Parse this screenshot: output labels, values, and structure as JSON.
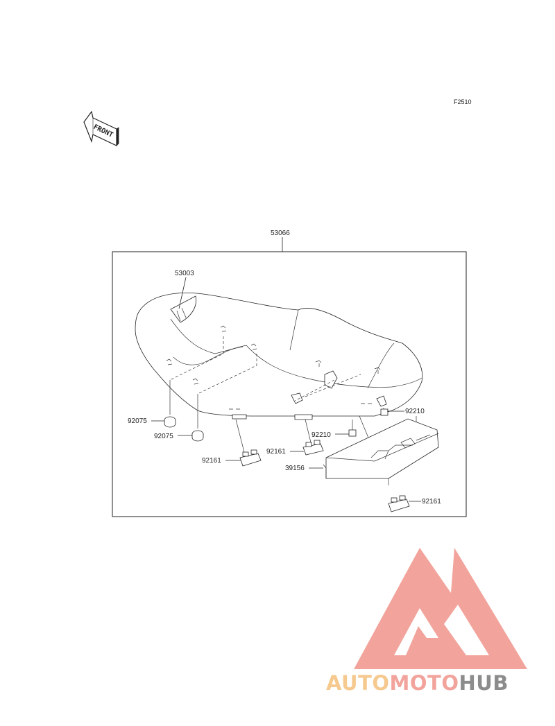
{
  "figure_code": "F2510",
  "front_marker": "FRONT",
  "callouts": {
    "assembly": "53066",
    "cover": "53003",
    "nut_left_upper": "92075",
    "nut_left_lower": "92075",
    "damper_left": "92161",
    "nut_mid": "92210",
    "nut_right": "92210",
    "damper_mid": "92161",
    "tray": "39156",
    "damper_right": "92161"
  },
  "watermark": {
    "text_part1": "AUTO",
    "text_part2": "MOTO",
    "text_part3": "HUB",
    "colors": {
      "part1": "#f6c98f",
      "part2": "#f2a49c",
      "part3": "#8c8c8c",
      "triangle": "#f2a49c"
    }
  }
}
